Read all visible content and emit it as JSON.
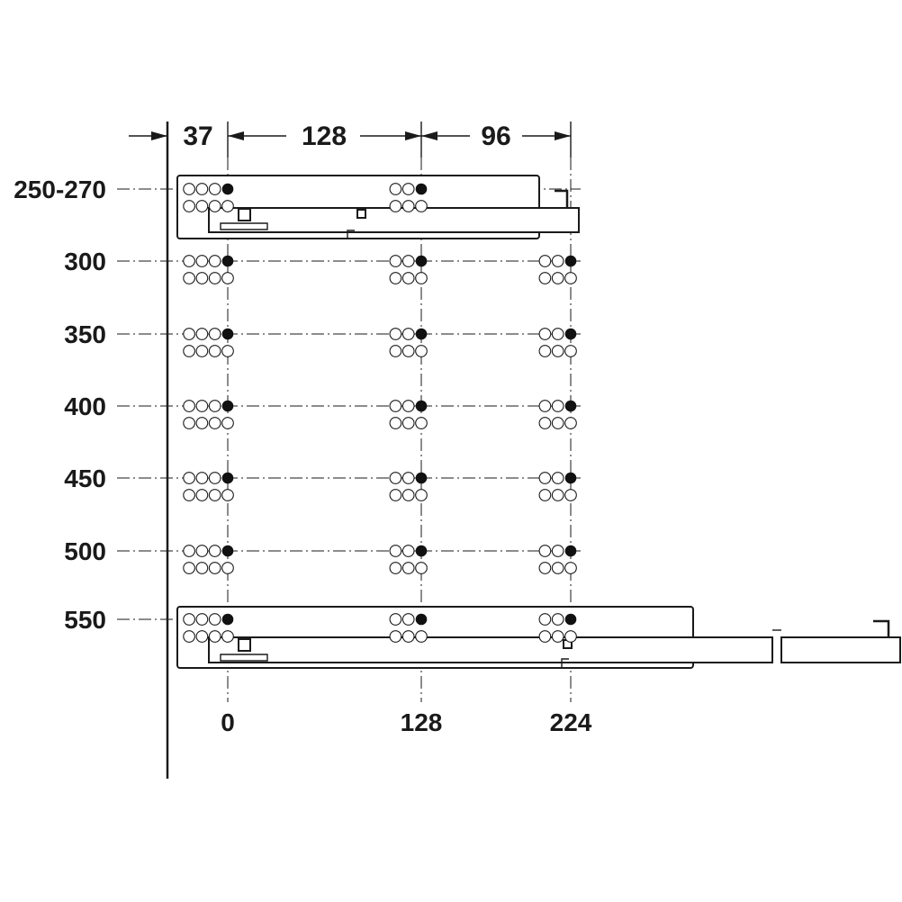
{
  "dimensions_top": [
    {
      "id": "d37",
      "label": "37"
    },
    {
      "id": "d128",
      "label": "128"
    },
    {
      "id": "d96",
      "label": "96"
    }
  ],
  "row_labels": [
    "250-270",
    "300",
    "350",
    "400",
    "450",
    "500",
    "550"
  ],
  "bottom_labels": [
    "0",
    "128",
    "224"
  ],
  "colors": {
    "ink": "#1a1a1a",
    "background": "#ffffff"
  }
}
